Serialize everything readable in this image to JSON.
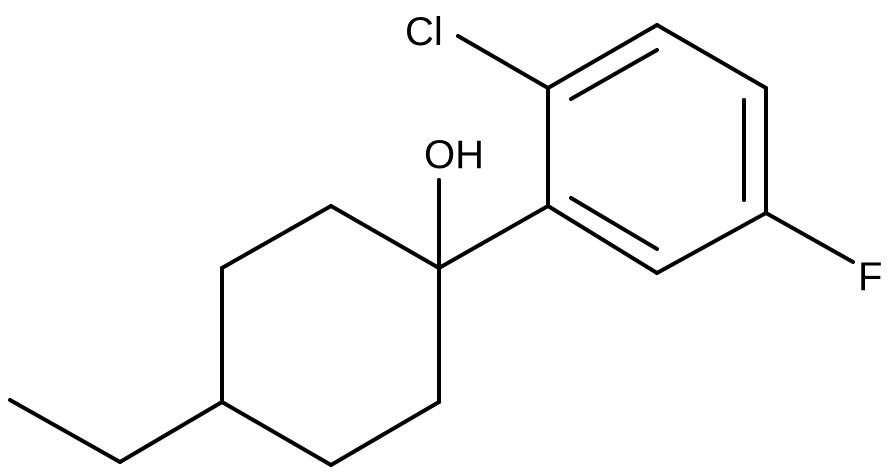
{
  "molecule": {
    "atoms": {
      "chlorine": "Cl",
      "hydroxyl": "OH",
      "fluorine": "F"
    },
    "colors": {
      "bond": "#000000",
      "label": "#000000",
      "background": "#ffffff"
    }
  }
}
